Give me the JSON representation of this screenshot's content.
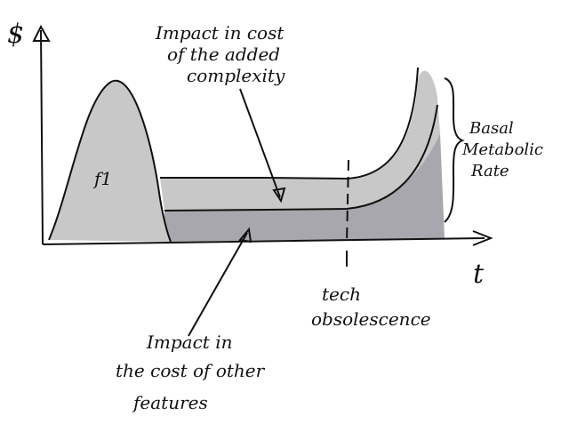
{
  "axes": {
    "y_label": "$",
    "x_label": "t"
  },
  "labels": {
    "f1": "f1",
    "added_complexity": [
      "Impact in cost",
      "of the added",
      "complexity"
    ],
    "other_features": [
      "Impact in",
      "the cost of other",
      "features"
    ],
    "tech_obsolescence": [
      "tech",
      "obsolescence"
    ],
    "basal_rate": [
      "Basal",
      "Metabolic",
      "Rate"
    ]
  },
  "colors": {
    "light_gray": "#c8c8c8",
    "dark_gray": "#a9a7ae",
    "ink": "#111111"
  }
}
